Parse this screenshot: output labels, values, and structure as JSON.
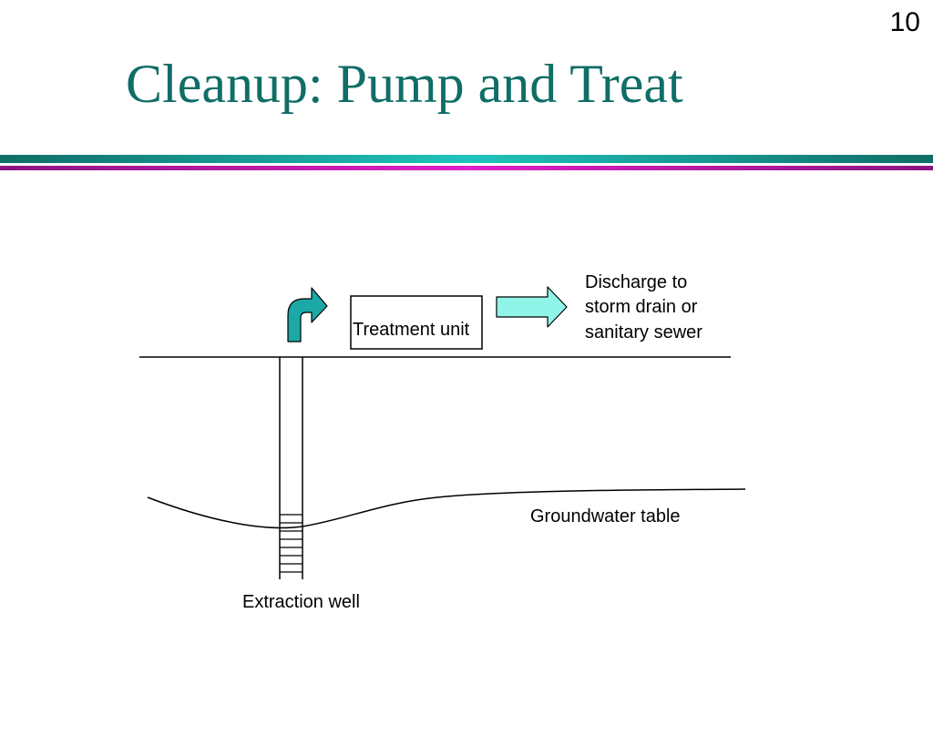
{
  "slide": {
    "number": "10",
    "title": "Cleanup: Pump and Treat"
  },
  "colors": {
    "title": "#0f6e66",
    "rule_teal_dark": "#0f6e66",
    "rule_teal_light": "#1fc4bd",
    "rule_magenta": "#b0189e",
    "arrow_up_fill": "#1ba8a6",
    "arrow_right_fill": "#8ff5e8"
  },
  "diagram": {
    "treatment_unit": "Treatment unit",
    "discharge_lines": [
      "Discharge to",
      "storm drain or",
      "sanitary sewer"
    ],
    "groundwater_table": "Groundwater table",
    "extraction_well": "Extraction well",
    "icons": {
      "pump_arrow": "curved-up-right-arrow-icon",
      "discharge_arrow": "right-arrow-icon"
    }
  }
}
